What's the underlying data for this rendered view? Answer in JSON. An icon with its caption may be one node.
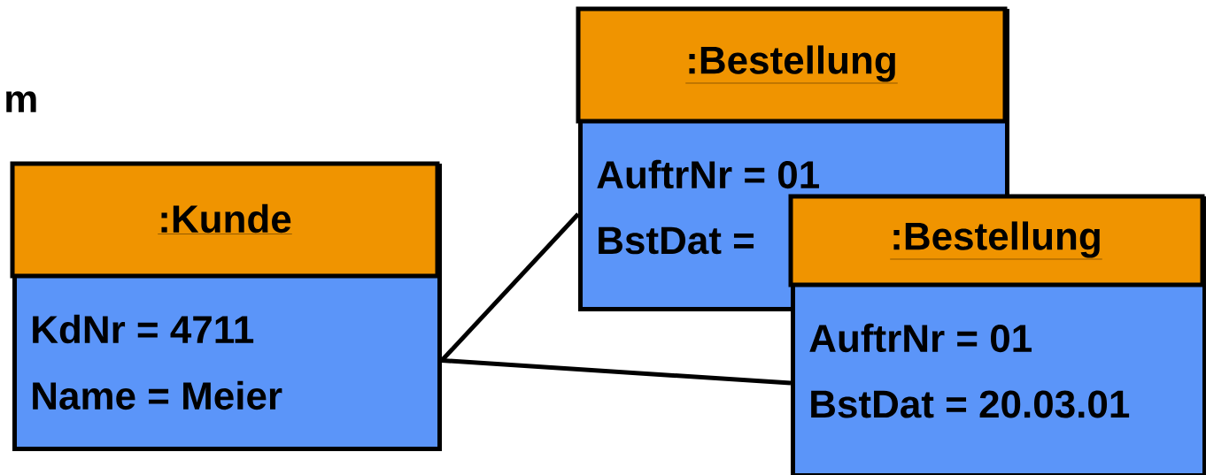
{
  "diagram": {
    "nodes": [
      {
        "text": [
          ":Kunde",
          "KdNr = 4711",
          "Name = Meier"
        ]
      },
      {
        "text": [
          ":Bestellung",
          "AuftrNr = 01",
          "BstDat ="
        ]
      },
      {
        "text": [
          ":Bestellung",
          "AuftrNr = 01",
          "BstDat = 20.03.01"
        ]
      }
    ],
    "edges": [
      {
        "from": 0,
        "to": 1,
        "arrow": "none"
      },
      {
        "from": 0,
        "to": 2,
        "arrow": "none"
      }
    ],
    "labels": [
      "m"
    ]
  }
}
